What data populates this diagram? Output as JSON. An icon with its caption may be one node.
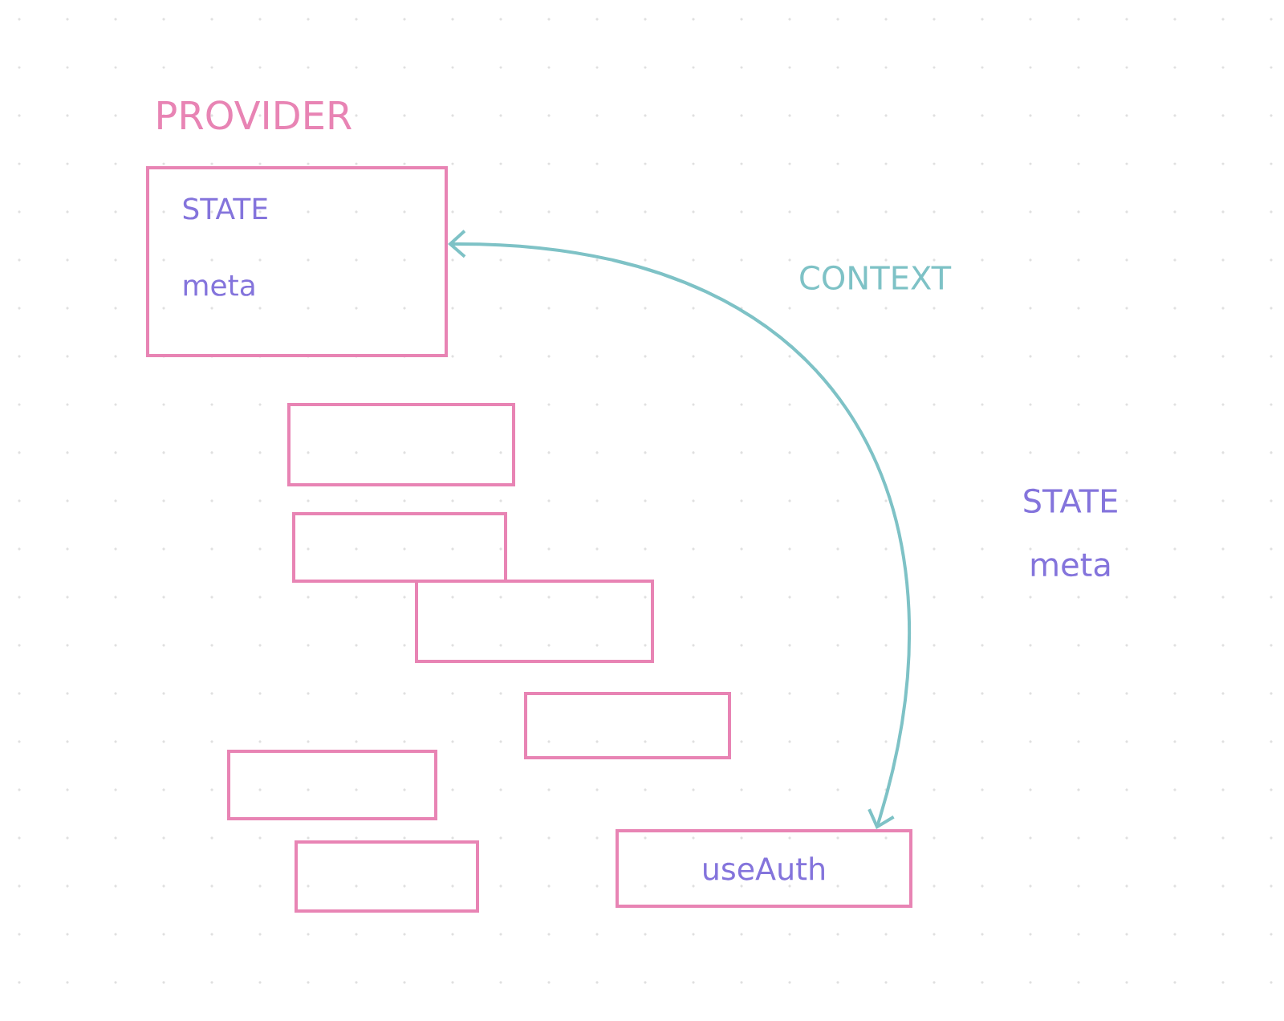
{
  "diagram": {
    "nodes": [
      {
        "text": [
          "PROVIDER",
          "STATE",
          "meta"
        ]
      },
      {
        "text": [],
        "shape": "box"
      },
      {
        "text": [],
        "shape": "box"
      },
      {
        "text": [],
        "shape": "box"
      },
      {
        "text": [],
        "shape": "box"
      },
      {
        "text": [],
        "shape": "box"
      },
      {
        "text": [],
        "shape": "box"
      },
      {
        "text": [
          "useAuth"
        ]
      }
    ],
    "edges": [
      {
        "from": 7,
        "to": 0,
        "arrow": "both",
        "label": "CONTEXT"
      }
    ],
    "labels": [
      "STATE",
      "meta"
    ]
  }
}
